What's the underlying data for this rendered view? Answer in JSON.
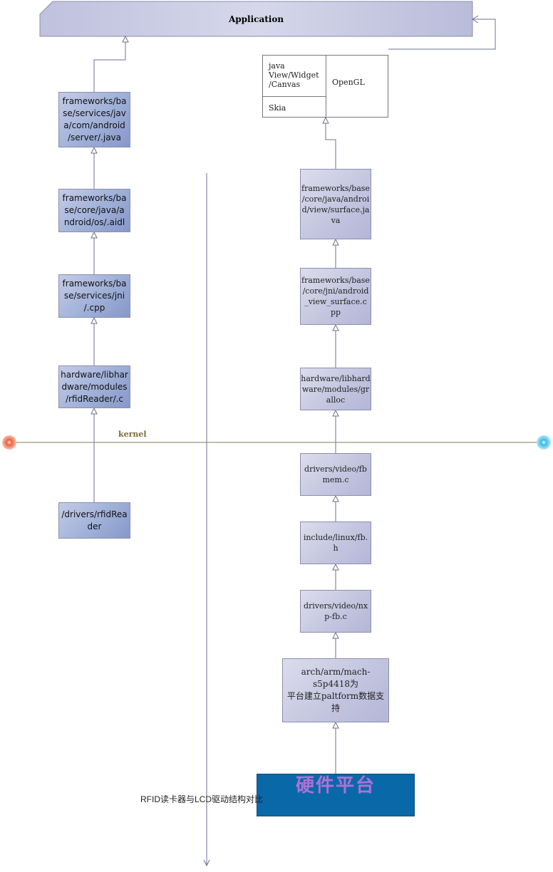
{
  "application": {
    "title": "Application"
  },
  "kernel_label": "kernel",
  "caption": "RFID读卡器与LCD驱动结构对比",
  "hardware": {
    "label": "硬件平台"
  },
  "ui_stack": {
    "left_top": "java\nView/Widget\n/Canvas",
    "left_bottom": "Skia",
    "right": "OpenGL"
  },
  "rfid_chain": [
    "frameworks/ba\nse/services/jav\na/com/android\n/server/.java",
    "frameworks/ba\nse/core/java/a\nndroid/os/.aidl",
    "frameworks/ba\nse/services/jni\n/.cpp",
    "hardware/libhar\ndware/modules\n/rfidReader/.c",
    "/drivers/rfidRea\nder"
  ],
  "lcd_chain": [
    "frameworks/base\n/core/java/androi\nd/view/surface.ja\nva",
    "frameworks/base\n/core/jni/android\n_view_surface.c\npp",
    "hardware/libhard\nware/modules/gr\nalloc",
    "drivers/video/fb\nmem.c",
    "include/linux/fb.\nh",
    "drivers/video/nx\np-fb.c",
    "arch/arm/mach-s5p4418为\n平台建立paltform数据支\n持"
  ],
  "colors": {
    "line": "#6b7090",
    "kernel_line": "#8a7a5a",
    "left_dot": "#f0603a",
    "right_dot": "#38bde8",
    "hardware_fill": "#0968a8",
    "hardware_text": "#b070d8"
  }
}
